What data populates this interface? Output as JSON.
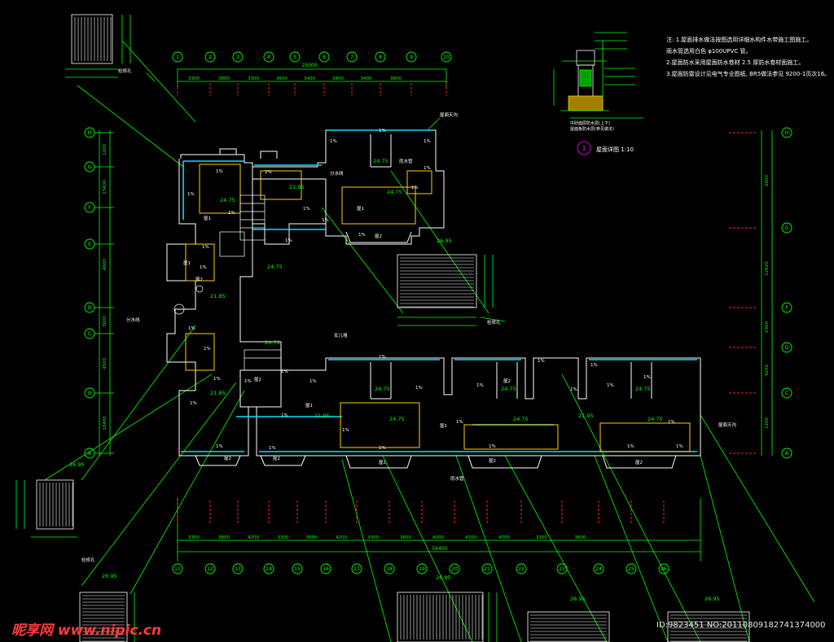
{
  "drawing": {
    "colors": {
      "background": "#000000",
      "wall": "#ffffff",
      "leader": "#00ff00",
      "dimension": "#00ff00",
      "room_label": "#ffffff",
      "elevation": "#00ff00",
      "axis_bubble": "#00ff00",
      "red_axis": "#ff2020",
      "gutter": "#00e0ff",
      "parapet": "#ffd000",
      "detail_circle": "#ff00ff"
    },
    "roof_notes": [
      "注: 1.屋面排水做法按图选用详细水构件水带施工图施工。",
      "    雨水管选用白色 φ100UPVC 管。",
      "  2.屋面防水采用屋面防水卷材 2.5 厚防水卷材面施工。",
      "  3.屋面防雷设计见电气专业图纸, BR5做法参见 9200-1页次16。"
    ],
    "detail": {
      "number": "1",
      "title": "屋面详图 1:10",
      "note": "中砂面层防水层(上下)",
      "note2": "屋面板防水层(参见做法)"
    },
    "elevations": {
      "ridge": "24.75",
      "secondary": "21.95",
      "high": "26.95",
      "mid": "24.79",
      "low": "21.85"
    },
    "slope": "1%",
    "room_tag": "屋1",
    "room_tag2": "屋2",
    "leader_labels": [
      "屋面天沟",
      "屋面天沟",
      "雨水管",
      "女儿墙",
      "分水线",
      "检修孔"
    ],
    "top_dims": [
      "3300",
      "3600",
      "3300",
      "3600",
      "3400",
      "3400",
      "3400",
      "3600"
    ],
    "top_total": "25000",
    "bottom_dims": [
      "3300",
      "3600",
      "4200",
      "3300",
      "3600",
      "4200",
      "3300",
      "3600",
      "4200",
      "4200",
      "4700",
      "3300",
      "3600"
    ],
    "bottom_total": "56400",
    "right_dims": [
      "2600",
      "12620",
      "2900",
      "9200",
      "1200"
    ],
    "left_dims": [
      "1200",
      "13400",
      "4600",
      "3600",
      "4500",
      "10400"
    ],
    "axis_letters_left": [
      "H",
      "G",
      "F",
      "E",
      "D",
      "C",
      "B",
      "A"
    ],
    "axis_letters_right": [
      "H",
      "G",
      "F",
      "D",
      "C",
      "A"
    ],
    "top_axes": [
      "1",
      "2",
      "3",
      "4",
      "5",
      "6",
      "7",
      "8",
      "9",
      "10"
    ],
    "bottom_axes": [
      "11",
      "12",
      "13",
      "14",
      "15",
      "16",
      "17",
      "18",
      "19",
      "20",
      "21",
      "22",
      "23",
      "24",
      "25",
      "26"
    ],
    "watermark": {
      "logo": "昵享网 www.nipic.cn",
      "id": "ID:9823451 NO:20110809182741374000"
    }
  }
}
